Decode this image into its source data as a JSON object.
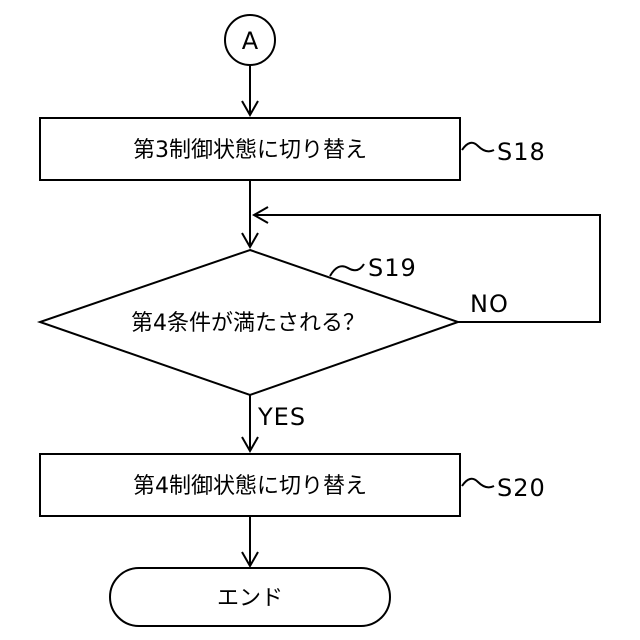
{
  "connector": {
    "label": "A"
  },
  "steps": {
    "s18": {
      "text": "第3制御状態に切り替え",
      "label": "S18"
    },
    "s19": {
      "text": "第4条件が満たされる？",
      "label": "S19",
      "yes_label": "YES",
      "no_label": "NO"
    },
    "s20": {
      "text": "第4制御状態に切り替え",
      "label": "S20"
    }
  },
  "terminal": {
    "text": "エンド"
  }
}
